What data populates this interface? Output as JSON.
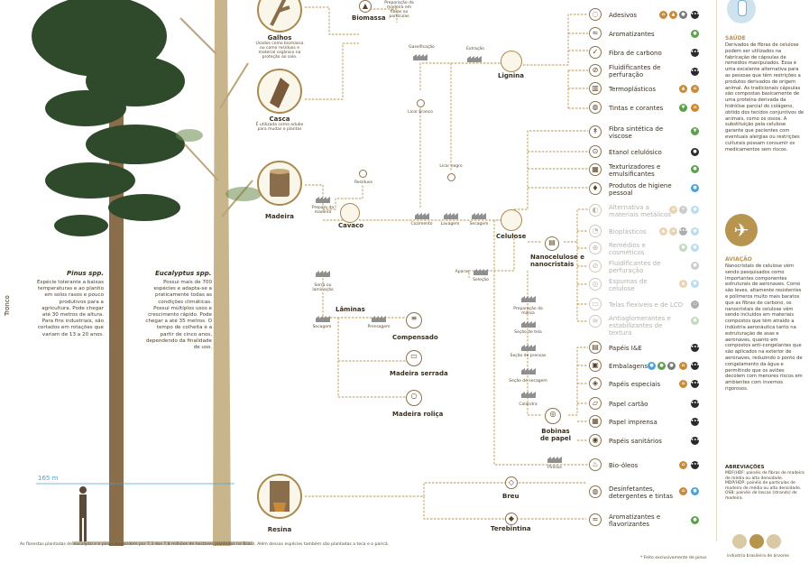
{
  "left": {
    "trunk_label": "Tronco",
    "height_label": "165 m",
    "pinus_title": "Pinus spp.",
    "pinus_text": "Espécie tolerante a baixas temperaturas e ao plantio em solos rasos e pouco produtivos para a agricultura. Pode chegar até 30 metros de altura. Para fins industriais, são cortados em rotações que variam de 13 a 20 anos.",
    "euc_title": "Eucalyptus spp.",
    "euc_text": "Possui mais de 700 espécies e adapta-se a praticamente todas as condições climáticas. Possui múltiplos usos e crescimento rápido. Pode chegar a até 35 metros. O tempo de colheita é a partir de cinco anos, dependendo da finalidade de uso."
  },
  "raw": {
    "galhos": "Galhos",
    "galhos_text": "Usados como biomassa ou como resíduos e material orgânico na proteção ao solo.",
    "casca": "Casca",
    "casca_text": "É utilizada como adubo para mudas e plantas",
    "madeira": "Madeira",
    "resina": "Resina"
  },
  "process": {
    "biomassa": "Biomassa",
    "biomassa_note": "Preparação da madeira em fibras ou partículas",
    "gaseificacao": "Gaseificação",
    "extracao": "Extração",
    "licor_branco": "Licor branco",
    "licor_negro": "Licor negro",
    "residuos": "Resíduos",
    "preparo": "Preparo da madeira",
    "cavaco": "Cavaco",
    "cozimento": "Cozimento",
    "lavagem": "Lavagem",
    "secagem": "Secagem",
    "lignina": "Lignina",
    "celulose": "Celulose",
    "nano": "Nanocelulose e nanocristais",
    "apara": "Aparas",
    "selecao": "Seleção",
    "preparacao_massa": "Preparação da massa",
    "secao_tela": "Seção de tela",
    "secao_prensas": "Seção de prensas",
    "secao_secagem": "Seção de secagem",
    "calandra": "Calandra",
    "bobinas": "Bobinas de papel",
    "pirolise": "Pirólise",
    "serra": "Serra ou laminação",
    "laminas": "Lâminas",
    "secagem2": "Secagem",
    "prensagem": "Prensagem",
    "compensado": "Compensado",
    "madeira_serrada": "Madeira serrada",
    "madeira_rolica": "Madeira roliça",
    "breu": "Breu",
    "terebintina": "Terebintina"
  },
  "lignina_products": [
    "Adesivos",
    "Aromatizantes",
    "Fibra de carbono",
    "Fluidificantes de perfuração",
    "Termoplásticos",
    "Tintas e corantes"
  ],
  "celulose_products": [
    "Fibra sintética de viscose",
    "Etanol celulósico",
    "Texturizadores e emulsificantes",
    "Produtos de higiene pessoal"
  ],
  "nano_products": [
    "Alternativa a materiais metálicos",
    "Bioplásticos",
    "Remédios e cosméticos",
    "Fluidificantes de perfuração",
    "Espumas de celulose",
    "Telas flexíveis e de LCD",
    "Antiaglomerantes e estabilizantes de textura"
  ],
  "paper_products": [
    "Papéis I&E",
    "Embalagens",
    "Papéis especiais",
    "Papel cartão",
    "Papel imprensa",
    "Papéis sanitários"
  ],
  "bio_oleos": "Bio-óleos",
  "breu_products": "Desinfetantes, detergentes e tintas",
  "tereb_products": "Aromatizantes e flavorizantes",
  "sidebar": {
    "saude_title": "SAÚDE",
    "saude_text": "Derivados de fibras de celulose podem ser utilizados na fabricação de cápsulas de remédios manipulados. Essa é uma excelente alternativa para as pessoas que têm restrições a produtos derivados de origem animal. As tradicionais cápsulas são compostas basicamente de uma proteína derivada da hidrólise parcial do colágeno, obtido dos tecidos conjuntivos de animais, como os ossos. A substituição pela celulose garante que pacientes com eventuais alergias ou restrições culturais possam consumir os medicamentos sem riscos.",
    "aviacao_title": "AVIAÇÃO",
    "aviacao_text": "Nanocristais de celulose vêm sendo pesquisados como importantes componentes estruturais de aeronaves. Como são leves, altamente resistentes e polímeros muito mais baratos que as fibras de carbono, os nanocristais de celulose vêm sendo incluídos em materiais compostos que têm atraído a indústria aeronáutica tanto na estruturação de asas e aeronaves, quanto em compostos anti-congelantes que são aplicados na exterior de aeronaves, reduzindo o ponto de congelamento da água e permitindo que os aviões decolem com menores riscos em ambientes com invernos rigorosos.",
    "abrev_title": "ABREVIAÇÕES",
    "abrev_text": "MDF/HDF: painéis de fibras de madeira de média ou alta densidade. MDP/HDP: painéis de partículas de madeira de média ou alta densidade. OSB: painéis de lascas (strands) de madeira.",
    "logo_text": "indústria brasileira de árvores"
  },
  "footer": {
    "note": "As florestas plantadas de eucalipto e e pinus respondem por 7,3 dos 7,8 milhões de hectares plantados no Brasil. Além dessas espécies também são plantadas a teca e o paricá.",
    "pinus_note": "* Feito exclusivamente de pinus"
  },
  "colors": {
    "wire": "#b8954e",
    "accent": "#b8954e",
    "badge_dark": "#2b2b2b",
    "badge_green": "#5ba04b"
  }
}
